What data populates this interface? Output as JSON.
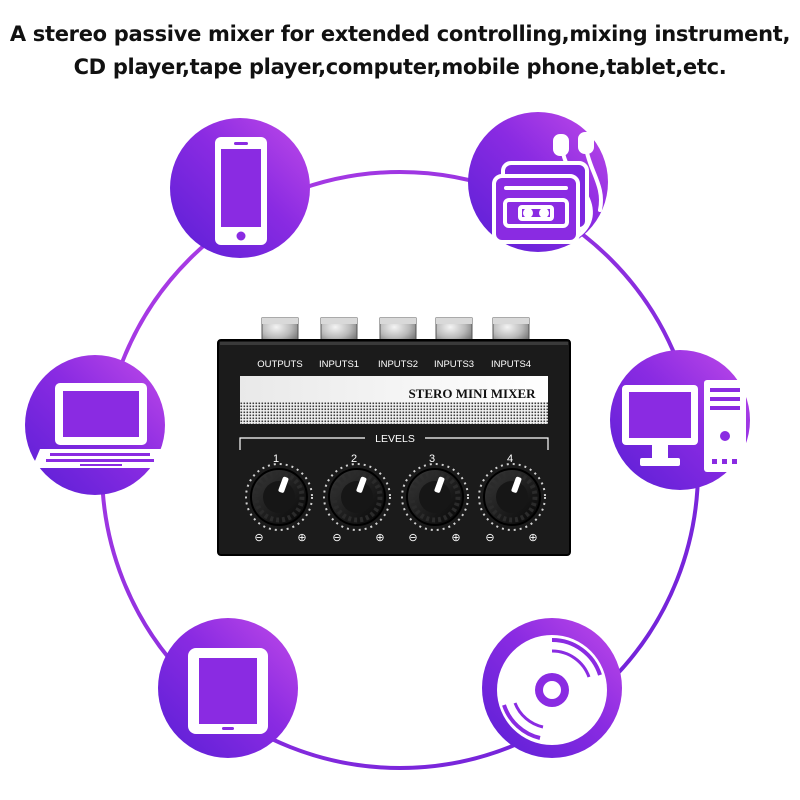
{
  "headline": {
    "line1": "A stereo passive mixer for extended controlling,mixing instrument,",
    "line2": "CD player,tape player,computer,mobile phone,tablet,etc."
  },
  "devices": [
    {
      "position": "top-left",
      "icon": "smartphone-icon"
    },
    {
      "position": "top-right",
      "icon": "cassette-player-icon"
    },
    {
      "position": "middle-left",
      "icon": "laptop-icon"
    },
    {
      "position": "middle-right",
      "icon": "desktop-computer-icon"
    },
    {
      "position": "bottom-left",
      "icon": "tablet-icon"
    },
    {
      "position": "bottom-right",
      "icon": "cd-disc-icon"
    }
  ],
  "mixer": {
    "top_labels": [
      "OUTPUTS",
      "INPUTS1",
      "INPUTS2",
      "INPUTS3",
      "INPUTS4"
    ],
    "product_name": "STERO MINI MIXER",
    "section_label": "LEVELS",
    "channels": [
      "1",
      "2",
      "3",
      "4"
    ],
    "minus_symbol": "⊖",
    "plus_symbol": "⊕"
  },
  "colors": {
    "accent_purple": "#8a2be2",
    "accent_violet": "#6a1fd8",
    "accent_magenta": "#b23ae6",
    "mixer_body": "#1b1b1b"
  }
}
